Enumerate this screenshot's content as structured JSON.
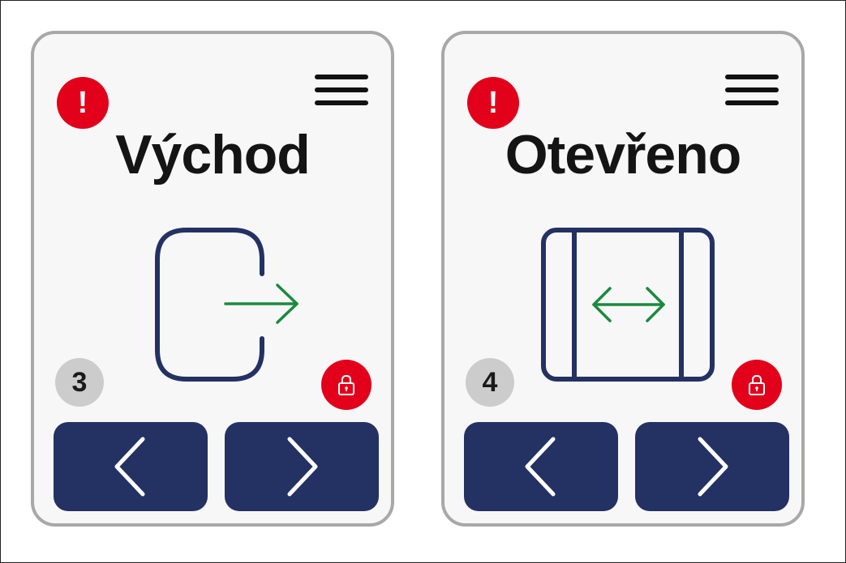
{
  "colors": {
    "alert": "#e2001a",
    "nav_button": "#233163",
    "icon_stroke": "#233163",
    "arrow": "#1a8a3e",
    "panel_border": "#a8a8a8"
  },
  "panels": [
    {
      "alert_icon": "exclamation-icon",
      "alert_glyph": "!",
      "menu_icon": "hamburger-menu-icon",
      "title": "Východ",
      "main_icon": "exit-door-icon",
      "counter": "3",
      "lock_icon": "padlock-icon",
      "prev_icon": "chevron-left-icon",
      "next_icon": "chevron-right-icon"
    },
    {
      "alert_icon": "exclamation-icon",
      "alert_glyph": "!",
      "menu_icon": "hamburger-menu-icon",
      "title": "Otevřeno",
      "main_icon": "sliding-door-open-icon",
      "counter": "4",
      "lock_icon": "padlock-icon",
      "prev_icon": "chevron-left-icon",
      "next_icon": "chevron-right-icon"
    }
  ]
}
